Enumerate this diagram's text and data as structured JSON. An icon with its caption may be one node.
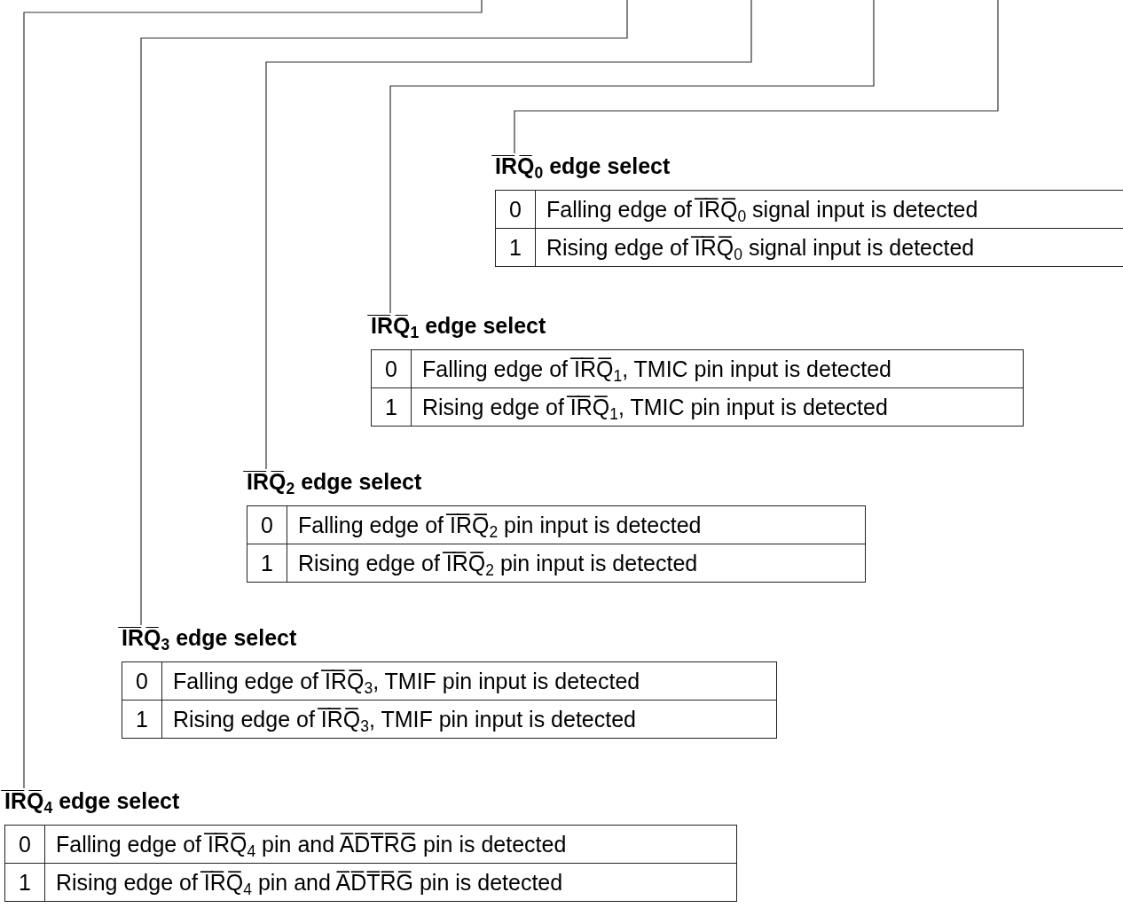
{
  "diagram": {
    "nodes": [
      {
        "text": [
          "I̅R̅Q̅$_{0}$ edge select"
        ]
      },
      {
        "text": [
          "I̅R̅Q̅$_{1}$ edge select"
        ]
      },
      {
        "text": [
          "I̅R̅Q̅$_{2}$ edge select"
        ]
      },
      {
        "text": [
          "I̅R̅Q̅$_{3}$ edge select"
        ]
      },
      {
        "text": [
          "I̅R̅Q̅$_{4}$ edge select"
        ]
      }
    ],
    "edges": [
      {
        "from": null,
        "to": 0,
        "arrow": "none"
      },
      {
        "from": null,
        "to": 1,
        "arrow": "none"
      },
      {
        "from": null,
        "to": 2,
        "arrow": "none"
      },
      {
        "from": null,
        "to": 3,
        "arrow": "none"
      },
      {
        "from": null,
        "to": 4,
        "arrow": "none"
      }
    ],
    "labels": [
      "0",
      "Falling edge of I̅R̅Q̅$_{0}$ signal input is detected",
      "1",
      "Rising edge of I̅R̅Q̅$_{0}$ signal input is detected",
      "0",
      "Falling edge of I̅R̅Q̅$_{1}$, TMIC pin input is detected",
      "1",
      "Rising edge of I̅R̅Q̅$_{1}$, TMIC pin input is detected",
      "0",
      "Falling edge of I̅R̅Q̅$_{2}$ pin input is detected",
      "1",
      "Rising edge of I̅R̅Q̅$_{2}$ pin input is detected",
      "0",
      "Falling edge of I̅R̅Q̅$_{3}$, TMIF pin input is detected",
      "1",
      "Rising edge of I̅R̅Q̅$_{3}$, TMIF pin input is detected",
      "0",
      "Falling edge of I̅R̅Q̅$_{4}$ pin and A̅D̅T̅R̅G̅ pin is detected",
      "1",
      "Rising edge of I̅R̅Q̅$_{4}$ pin and A̅D̅T̅R̅G̅ pin is detected"
    ]
  }
}
